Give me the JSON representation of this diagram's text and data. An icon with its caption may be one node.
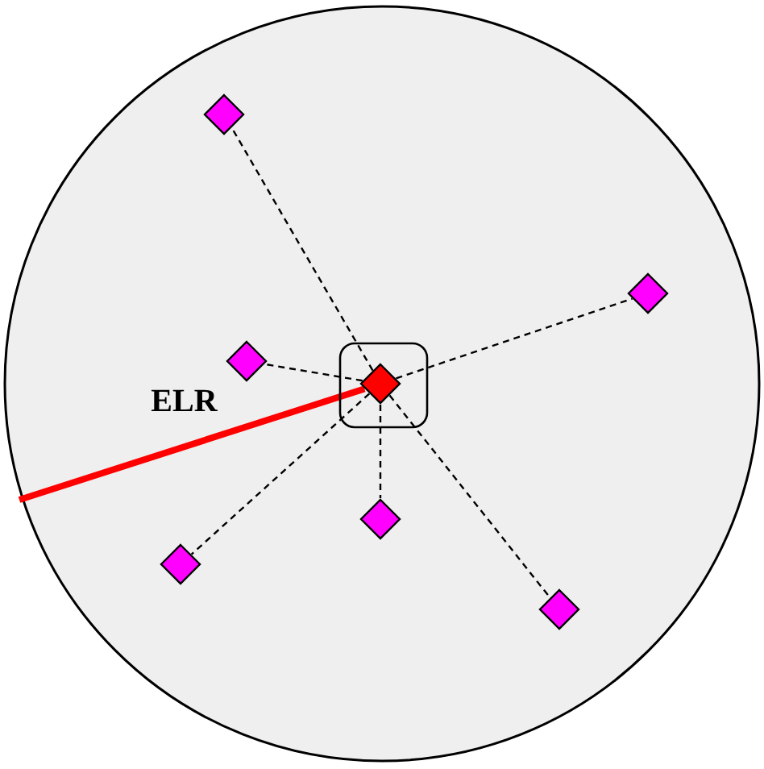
{
  "diagram": {
    "nodes": [
      {
        "text": [],
        "shape": "circle"
      },
      {
        "text": [],
        "shape": "box",
        "in": 0
      },
      {
        "text": [],
        "shape": "diamond",
        "in": 1
      },
      {
        "text": [],
        "shape": "diamond",
        "in": 0
      },
      {
        "text": [],
        "shape": "diamond",
        "in": 0
      },
      {
        "text": [],
        "shape": "diamond",
        "in": 0
      },
      {
        "text": [],
        "shape": "diamond",
        "in": 0
      },
      {
        "text": [],
        "shape": "diamond",
        "in": 0
      },
      {
        "text": [],
        "shape": "diamond",
        "in": 0
      }
    ],
    "edges": [
      {
        "from": 2,
        "to": 3,
        "arrow": "none",
        "style": "dashed"
      },
      {
        "from": 2,
        "to": 4,
        "arrow": "none",
        "style": "dashed"
      },
      {
        "from": 2,
        "to": 5,
        "arrow": "none",
        "style": "dashed"
      },
      {
        "from": 2,
        "to": 6,
        "arrow": "none",
        "style": "dashed"
      },
      {
        "from": 2,
        "to": 7,
        "arrow": "none",
        "style": "dashed"
      },
      {
        "from": 2,
        "to": 8,
        "arrow": "none",
        "style": "dashed"
      },
      {
        "from": null,
        "to": 2,
        "arrow": "none",
        "label": "ELR",
        "style": "thick",
        "color": "#ff0000"
      }
    ]
  }
}
